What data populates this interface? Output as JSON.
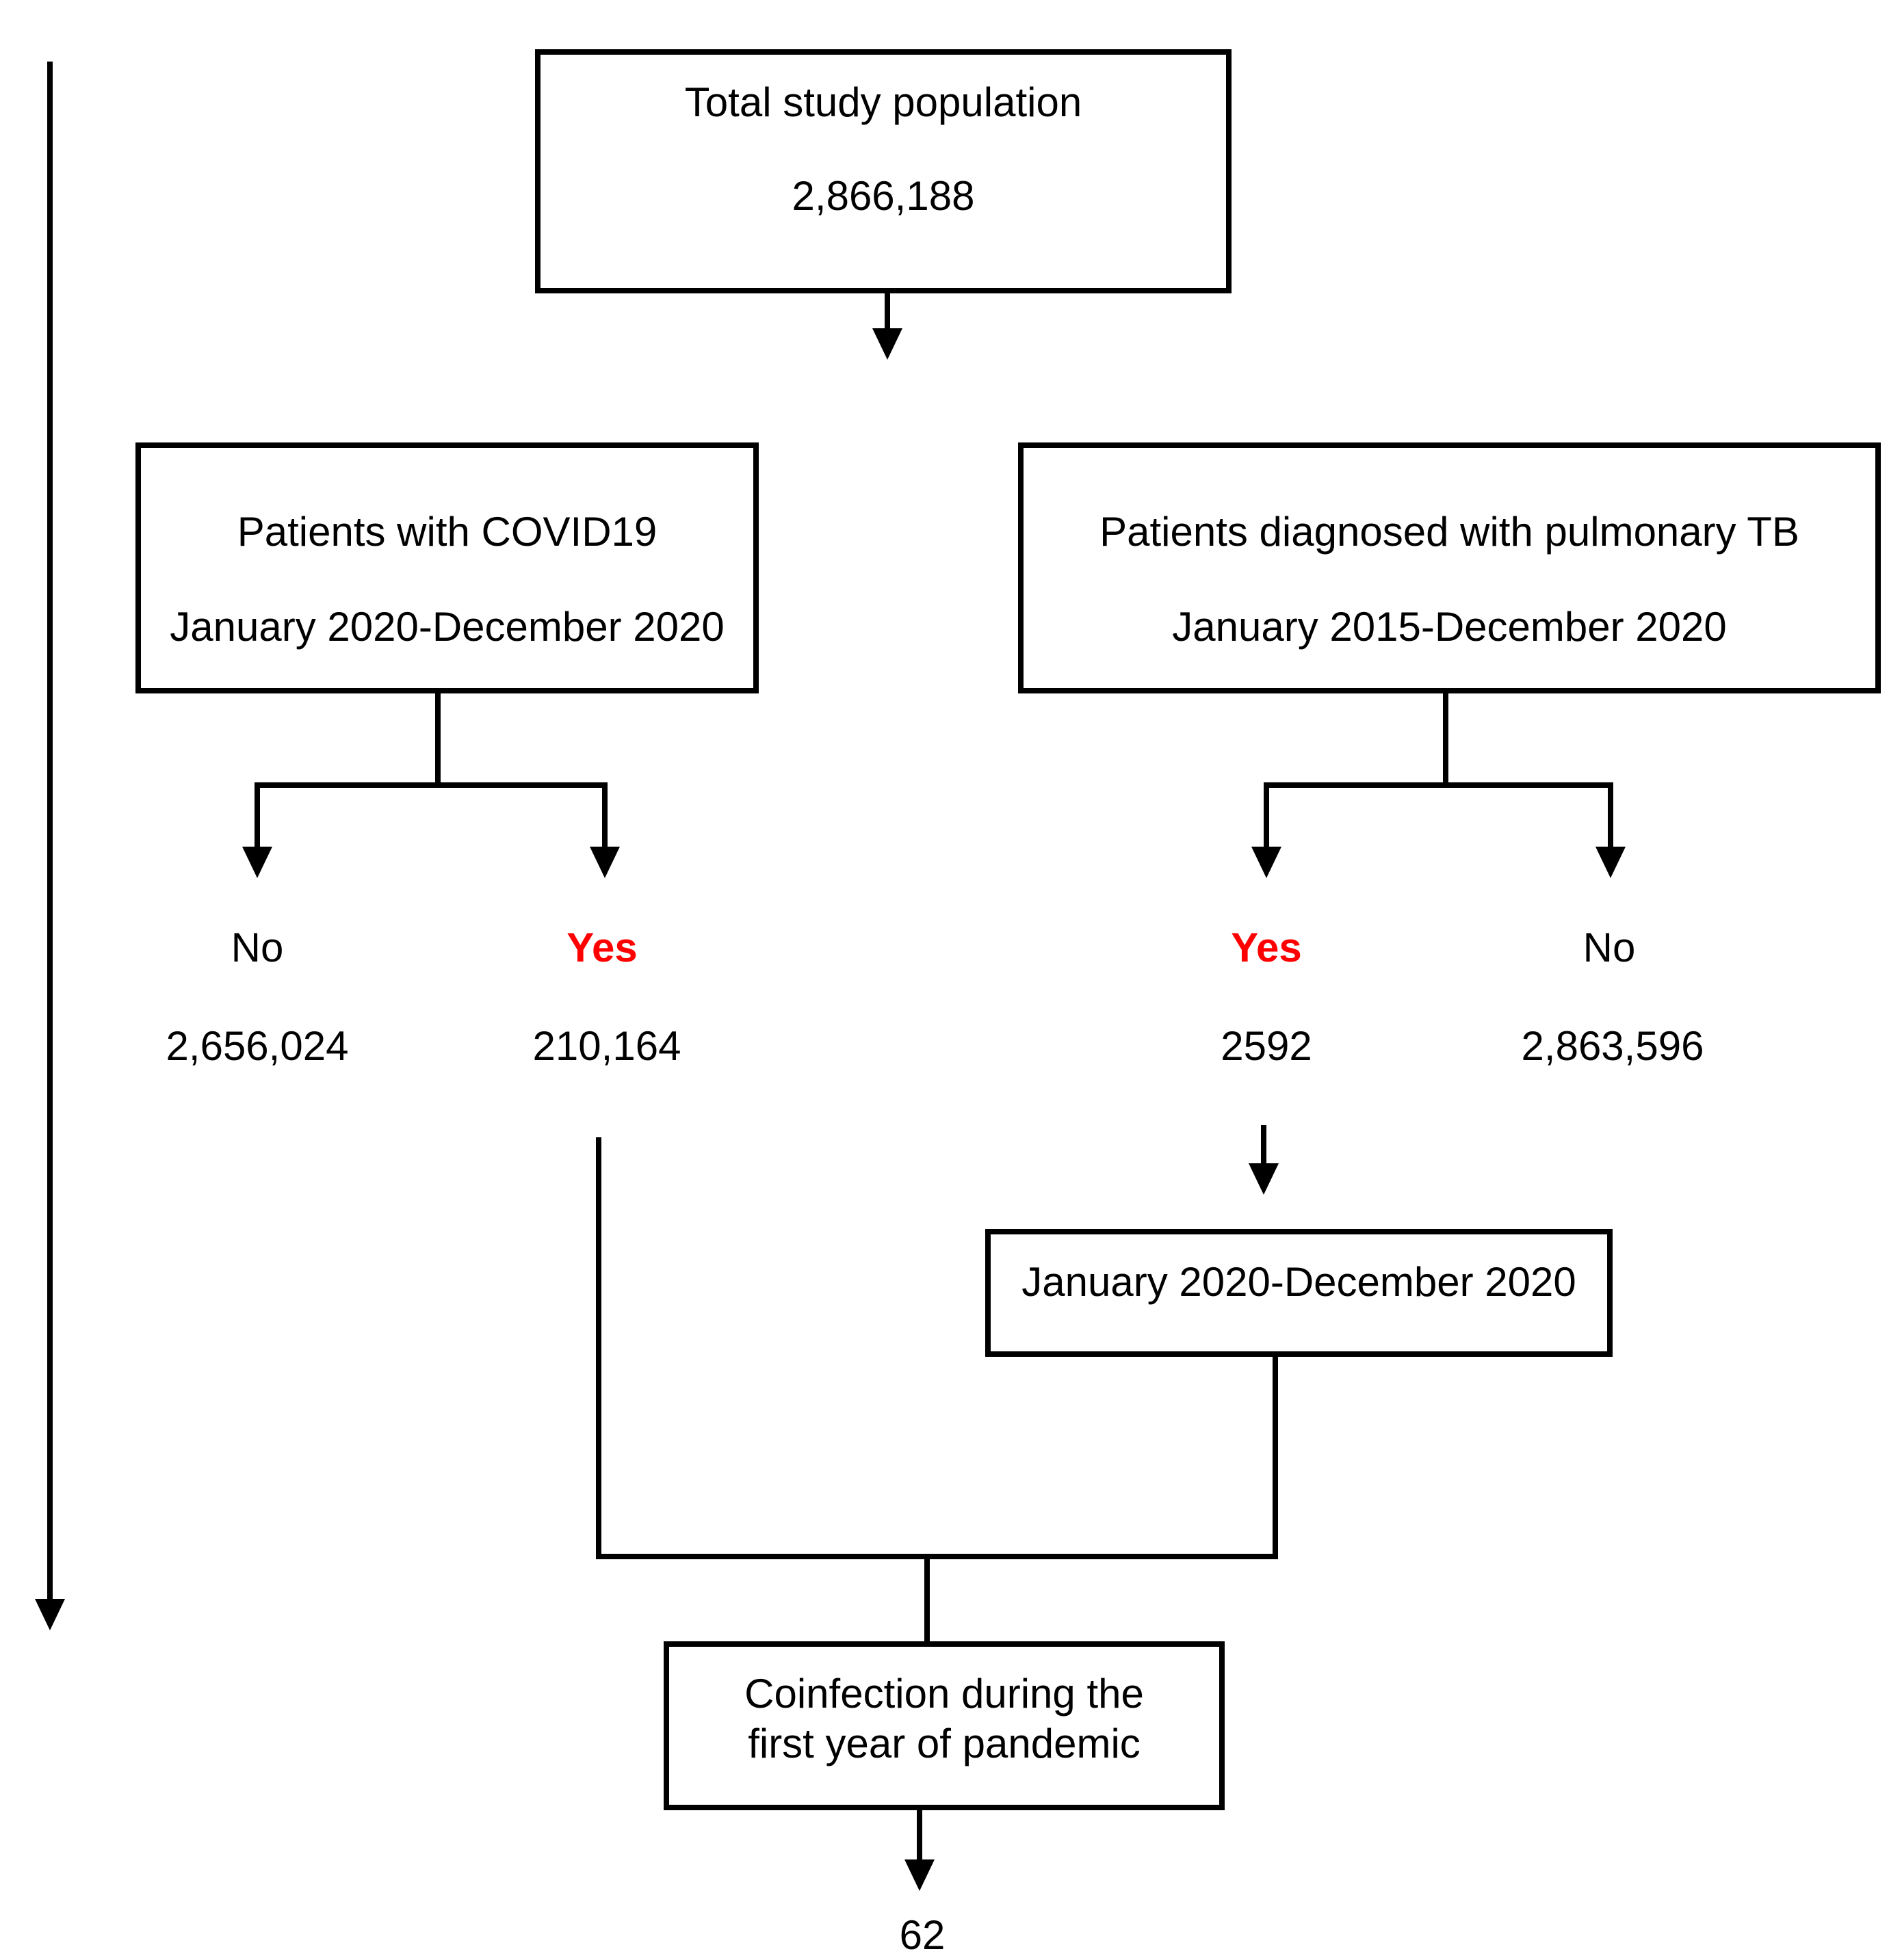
{
  "title": "Study population flow diagram",
  "colors": {
    "line": "#000000",
    "text": "#000000",
    "yes_highlight": "#FF0000",
    "background": "#FFFFFF"
  },
  "boxes": {
    "total": {
      "line1": "Total study population",
      "value": "2,866,188"
    },
    "covid": {
      "line1": "Patients with COVID19",
      "line2": "January 2020-December 2020"
    },
    "tb": {
      "line1": "Patients diagnosed with pulmonary TB",
      "line2": "January 2015-December 2020"
    },
    "period": {
      "line1": "January 2020-December 2020"
    },
    "coinfection": {
      "line1": "Coinfection during the",
      "line2": "first year of pandemic"
    }
  },
  "branches": {
    "covid_no": {
      "label": "No",
      "value": "2,656,024"
    },
    "covid_yes": {
      "label": "Yes",
      "value": "210,164"
    },
    "tb_yes": {
      "label": "Yes",
      "value": "2592"
    },
    "tb_no": {
      "label": "No",
      "value": "2,863,596"
    }
  },
  "result": {
    "value": "62"
  }
}
